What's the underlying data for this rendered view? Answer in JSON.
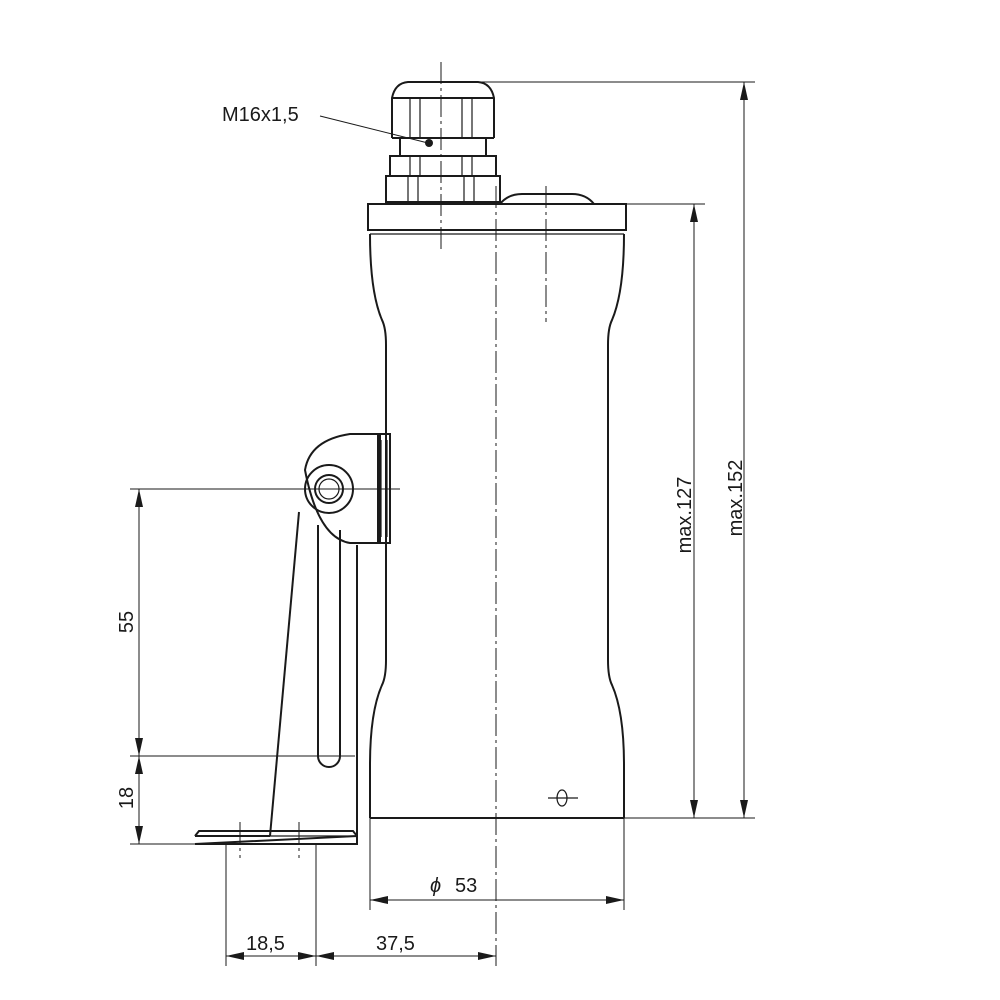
{
  "diagram": {
    "thread_label": "M16x1,5",
    "dim_total_height": "max.152",
    "dim_body_height": "max.127",
    "dim_slot_length": "55",
    "dim_base_height": "18",
    "dim_diameter": "53",
    "diameter_symbol": "ϕ",
    "dim_foot_width": "18,5",
    "dim_offset": "37,5"
  }
}
